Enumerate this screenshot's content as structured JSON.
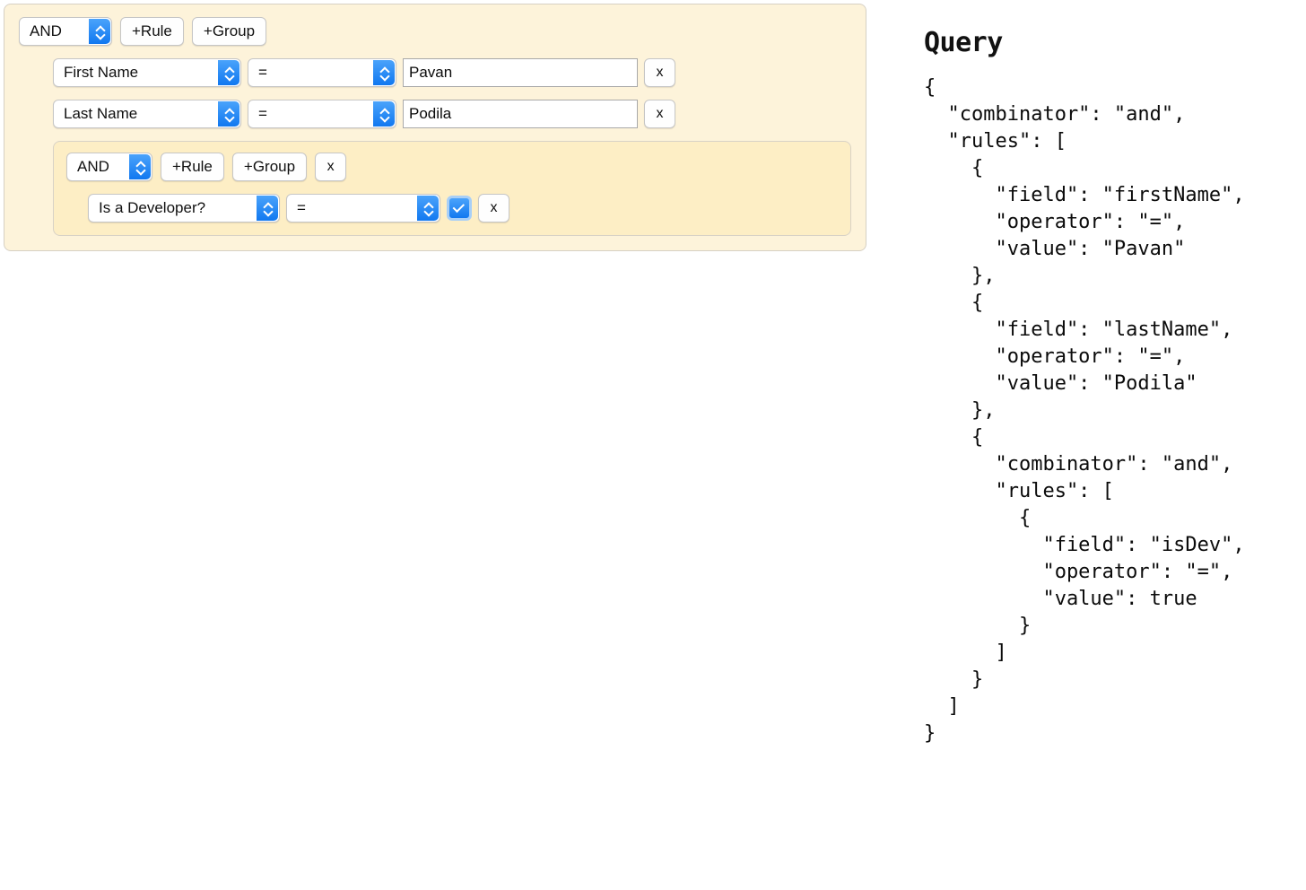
{
  "builder": {
    "outer_group": {
      "combinator": "AND",
      "add_rule_label": "+Rule",
      "add_group_label": "+Group",
      "rules": [
        {
          "field": "First Name",
          "operator": "=",
          "value": "Pavan",
          "remove_label": "x"
        },
        {
          "field": "Last Name",
          "operator": "=",
          "value": "Podila",
          "remove_label": "x"
        }
      ],
      "nested_group": {
        "combinator": "AND",
        "add_rule_label": "+Rule",
        "add_group_label": "+Group",
        "remove_label": "x",
        "rules": [
          {
            "field": "Is a Developer?",
            "operator": "=",
            "value_checked": true,
            "remove_label": "x"
          }
        ]
      }
    }
  },
  "query": {
    "title": "Query",
    "json": "{\n  \"combinator\": \"and\",\n  \"rules\": [\n    {\n      \"field\": \"firstName\",\n      \"operator\": \"=\",\n      \"value\": \"Pavan\"\n    },\n    {\n      \"field\": \"lastName\",\n      \"operator\": \"=\",\n      \"value\": \"Podila\"\n    },\n    {\n      \"combinator\": \"and\",\n      \"rules\": [\n        {\n          \"field\": \"isDev\",\n          \"operator\": \"=\",\n          \"value\": true\n        }\n      ]\n    }\n  ]\n}"
  },
  "colors": {
    "group_background": "#fdf3da",
    "nested_group_background": "#fdeec5",
    "accent_blue": "#1178f0",
    "page_background": "#ffffff"
  }
}
